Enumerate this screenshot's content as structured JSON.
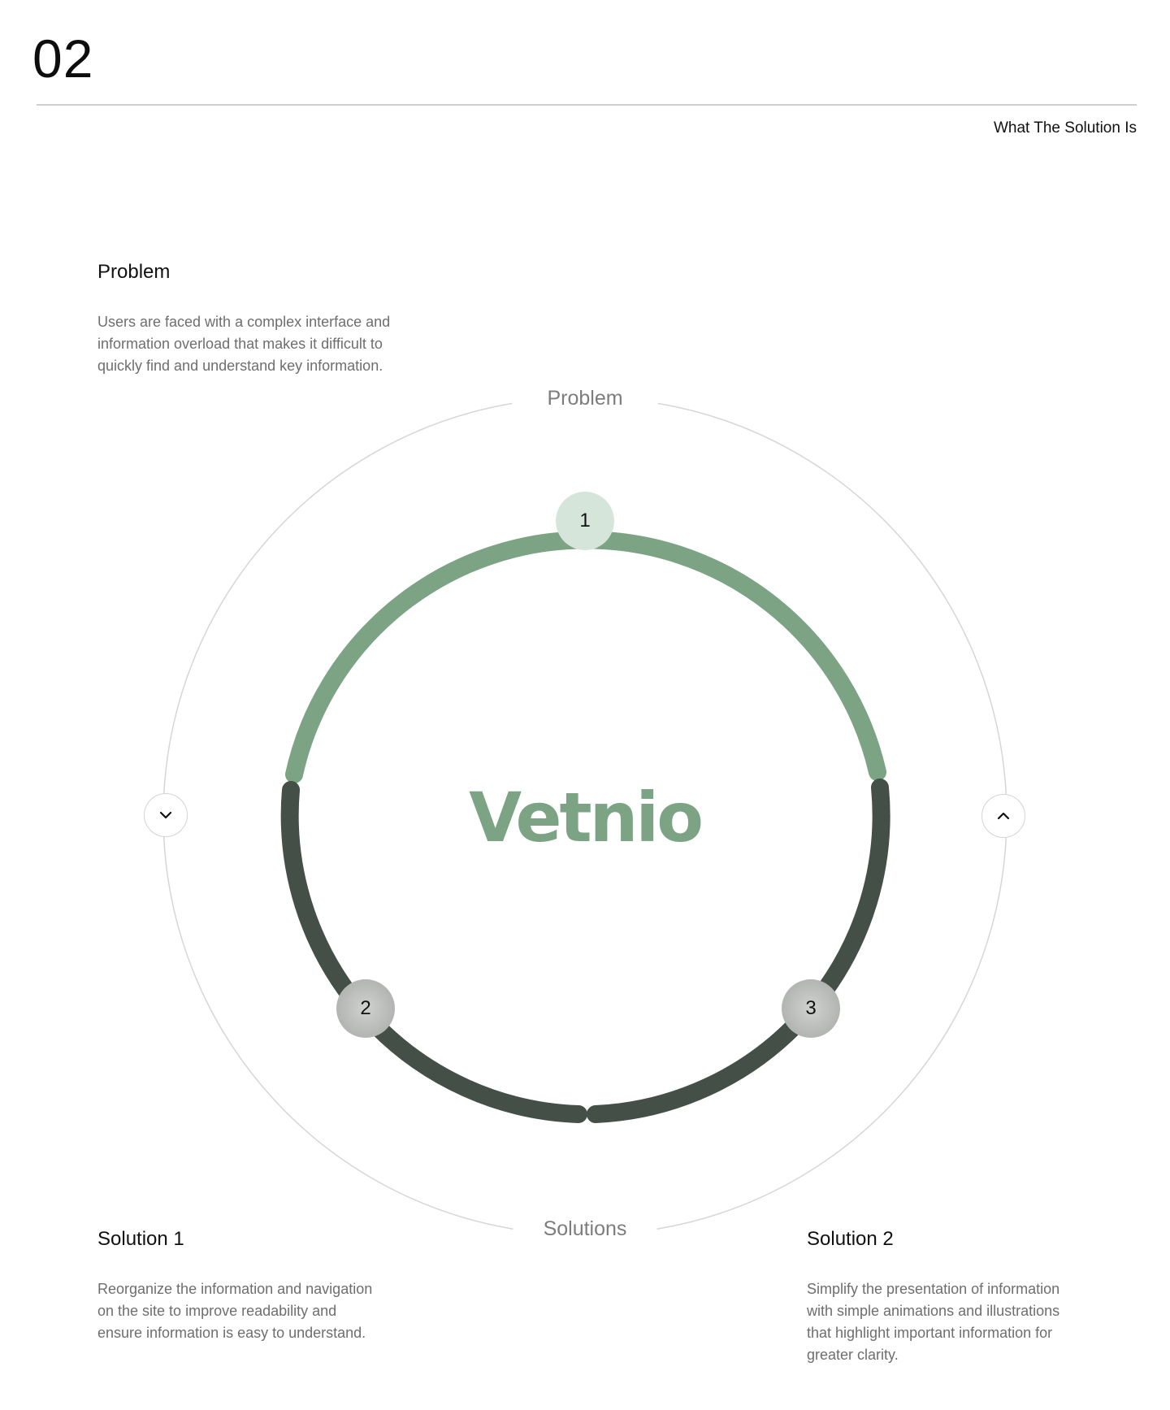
{
  "header": {
    "section_number": "02",
    "subtitle": "What The Solution Is"
  },
  "problem": {
    "title": "Problem",
    "text": [
      "Users are faced with a complex interface and",
      "information overload that makes it difficult to",
      "quickly find and understand key information."
    ]
  },
  "solution_1": {
    "title": "Solution 1",
    "text": [
      "Reorganize the information and navigation",
      "on the site to improve readability and",
      "ensure information is easy to understand."
    ]
  },
  "solution_2": {
    "title": "Solution 2",
    "text": [
      "Simplify the presentation of information",
      "with simple animations and illustrations",
      "that highlight important information for",
      "greater clarity."
    ]
  },
  "diagram": {
    "outer_top_label": "Problem",
    "outer_bottom_label": "Solutions",
    "center_logo": "Vetnio",
    "steps": [
      {
        "number": "1",
        "state": "active"
      },
      {
        "number": "2",
        "state": "inactive"
      },
      {
        "number": "3",
        "state": "inactive"
      }
    ],
    "nav": {
      "prev_icon": "chevron-down-icon",
      "next_icon": "chevron-up-icon"
    }
  },
  "colors": {
    "problem_arc": "#7ca384",
    "solution_arc": "#444f47",
    "outer_ring": "#d6d6d6",
    "active_node": "#d6e5da",
    "logo": "#7ca384"
  }
}
